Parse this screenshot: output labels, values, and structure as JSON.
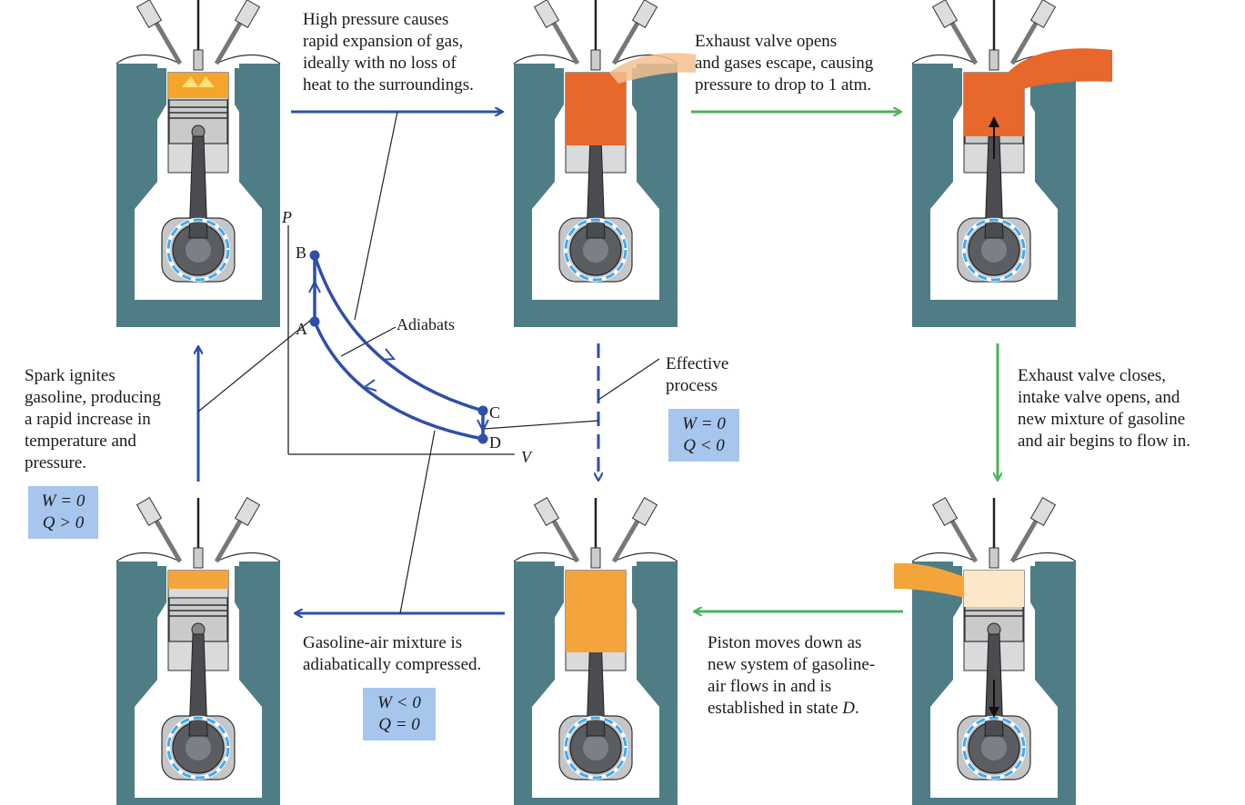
{
  "captions": {
    "expansion": "High pressure causes\nrapid expansion of gas,\nideally with no loss of\nheat to the surroundings.",
    "exhaust_open": "Exhaust valve opens\nand gases escape, causing\npressure to drop to 1 atm.",
    "exhaust_close": "Exhaust valve closes,\nintake valve opens, and\nnew mixture of gasoline\nand air begins to flow in.",
    "piston_down_a": "Piston moves down as\nnew system of gasoline-\nair flows in and is\nestablished in state ",
    "piston_down_state": "D",
    "piston_down_end": ".",
    "compression": "Gasoline-air mixture is\nadiabatically compressed.",
    "spark": "Spark ignites\ngasoline, producing\na rapid increase in\ntemperature and\npressure.",
    "effective": "Effective\nprocess"
  },
  "boxes": {
    "spark": {
      "w": "W = 0",
      "q": "Q > 0"
    },
    "effective": {
      "w": "W = 0",
      "q": "Q < 0"
    },
    "compression": {
      "w": "W < 0",
      "q": "Q = 0"
    }
  },
  "pv": {
    "axis_p": "P",
    "axis_v": "V",
    "label_adiabats": "Adiabats",
    "points": {
      "A": "A",
      "B": "B",
      "C": "C",
      "D": "D"
    }
  },
  "colors": {
    "blue_arrow": "#2e4fa8",
    "green_arrow": "#4cb35a",
    "box_fill": "#a7c6ee",
    "engine_block": "#4e7d86",
    "burning_gas": "#e8672a",
    "mixture": "#f3a53b",
    "rotation_arrow": "#3fa9ef"
  }
}
